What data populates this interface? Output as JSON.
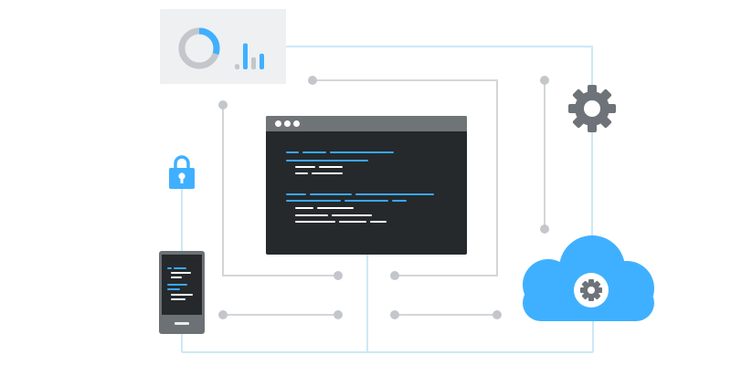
{
  "illustration": {
    "colors": {
      "accent_blue": "#3fb0ff",
      "connector_blue": "#cde8f6",
      "connector_gray": "#c7cbcf",
      "node_gray": "#c3c7cb",
      "dark_panel": "#25292b",
      "titlebar_gray": "#6f7477",
      "gear_gray": "#6d7378",
      "card_bg": "#eef0f2",
      "code_blue": "#3aa7ff",
      "code_white": "#ffffff"
    },
    "analytics_card": {
      "donut_icon": "donut-chart-icon",
      "bar_icon": "bar-chart-icon",
      "donut_fill_fraction": 0.3,
      "bar_levels": [
        0.15,
        0.75,
        0.35,
        0.45
      ]
    },
    "code_window": {
      "icon": "code-window-icon",
      "titlebar_dot_count": 3
    },
    "phone": {
      "icon": "mobile-phone-icon"
    },
    "lock": {
      "icon": "lock-icon"
    },
    "settings": {
      "icon": "gear-icon"
    },
    "cloud": {
      "icon": "cloud-icon",
      "inner_icon": "gear-icon"
    }
  }
}
